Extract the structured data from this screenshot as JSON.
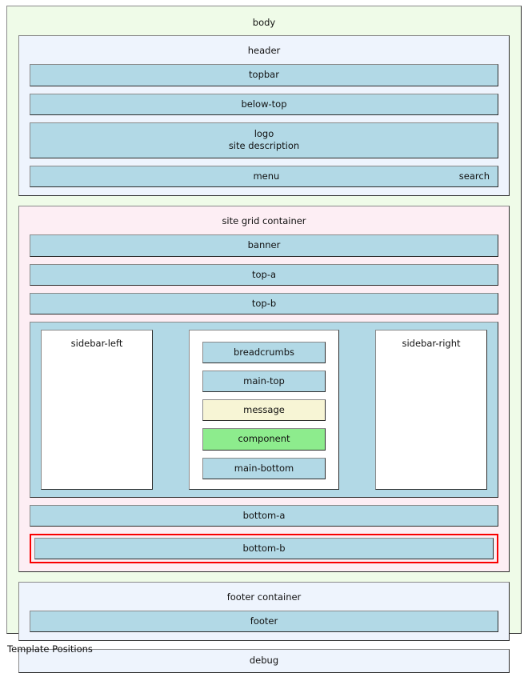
{
  "caption": "Template Positions",
  "colors": {
    "body_bg": "#effbe8",
    "header_bg": "#eef4fd",
    "grid_bg": "#fdeef4",
    "footer_bg": "#eef4fd",
    "bar_blue": "#b2d9e6",
    "message_yellow": "#f7f5d5",
    "component_green": "#8dec8d",
    "highlight_red": "#f90000",
    "column_white": "#ffffff",
    "border_gray": "#7d7d7d"
  },
  "body": {
    "label": "body",
    "header": {
      "label": "header",
      "regions": [
        {
          "label": "topbar"
        },
        {
          "label": "below-top"
        }
      ],
      "logo_block": {
        "line1": "logo",
        "line2": "site description"
      },
      "menu_bar": {
        "menu_label": "menu",
        "search_label": "search"
      }
    },
    "grid": {
      "label": "site grid container",
      "top_regions": [
        {
          "label": "banner"
        },
        {
          "label": "top-a"
        },
        {
          "label": "top-b"
        }
      ],
      "columns": {
        "sidebar_left": {
          "label": "sidebar-left"
        },
        "main": {
          "blocks": [
            {
              "label": "breadcrumbs",
              "kind": "blue"
            },
            {
              "label": "main-top",
              "kind": "blue"
            },
            {
              "label": "message",
              "kind": "message"
            },
            {
              "label": "component",
              "kind": "component"
            },
            {
              "label": "main-bottom",
              "kind": "blue"
            }
          ]
        },
        "sidebar_right": {
          "label": "sidebar-right"
        }
      },
      "bottom_regions": [
        {
          "label": "bottom-a",
          "highlighted": false
        },
        {
          "label": "bottom-b",
          "highlighted": true
        }
      ]
    },
    "footer_container": {
      "label": "footer container",
      "footer": {
        "label": "footer"
      }
    },
    "debug": {
      "label": "debug"
    }
  }
}
